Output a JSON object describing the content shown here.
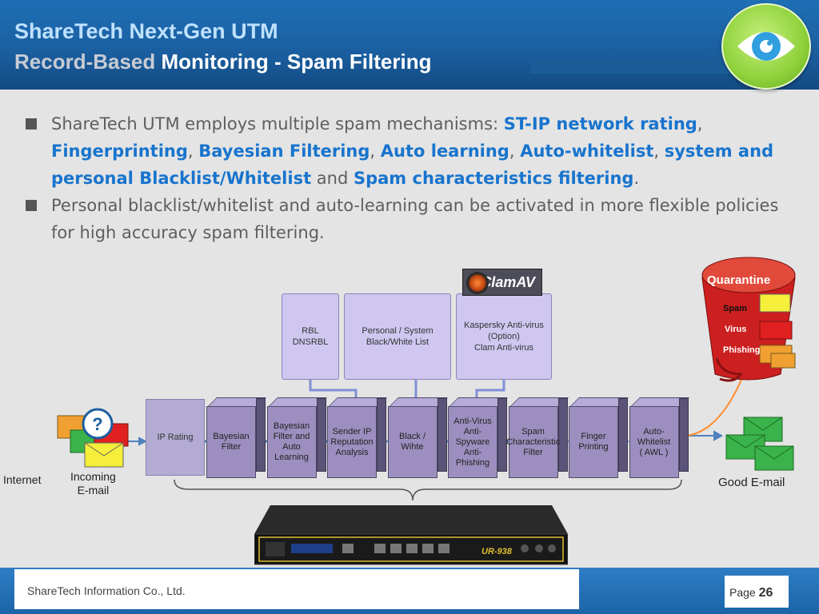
{
  "header": {
    "title_line1": "ShareTech Next-Gen UTM",
    "title_line2_part1": "Record-Based",
    "title_line2_part2": " Monitoring - Spam Filtering"
  },
  "bullets": [
    {
      "segments": [
        {
          "text": "ShareTech UTM employs multiple spam mechanisms: ",
          "hl": false
        },
        {
          "text": "ST-IP network rating",
          "hl": true
        },
        {
          "text": ", ",
          "hl": false
        },
        {
          "text": "Fingerprinting",
          "hl": true
        },
        {
          "text": ", ",
          "hl": false
        },
        {
          "text": "Bayesian Filtering",
          "hl": true
        },
        {
          "text": ", ",
          "hl": false
        },
        {
          "text": "Auto learning",
          "hl": true
        },
        {
          "text": ", ",
          "hl": false
        },
        {
          "text": "Auto-whitelist",
          "hl": true
        },
        {
          "text": ", ",
          "hl": false
        },
        {
          "text": "system and personal Blacklist/Whitelist",
          "hl": true
        },
        {
          "text": " and ",
          "hl": false
        },
        {
          "text": "Spam characteristics filtering",
          "hl": true
        },
        {
          "text": ".",
          "hl": false
        }
      ]
    },
    {
      "segments": [
        {
          "text": "Personal blacklist/whitelist and auto-learning can be activated in more flexible policies for high accuracy spam filtering.",
          "hl": false
        }
      ]
    }
  ],
  "diagram": {
    "top_boxes": {
      "rbl": "RBL\nDNSRBL",
      "bw": "Personal / System\nBlack/White List",
      "av": "Kaspersky Anti-virus\n(Option)\nClam Anti-virus"
    },
    "clamav_label": "ClamAV",
    "ip_rating": "IP Rating",
    "stages": [
      "Bayesian\nFilter",
      "Bayesian\nFilter and\nAuto\nLearning",
      "Sender IP\nReputation\nAnalysis",
      "Black /\nWihte",
      "Anti-Virus\nAnti-Spyware\nAnti-Phishing",
      "Spam\nCharacteristic\nFilter",
      "Finger\nPrinting",
      "Auto-Whitelist\n( AWL )"
    ],
    "internet_label": "Internet",
    "incoming_label": "Incoming\nE-mail",
    "good_label": "Good E-mail",
    "quarantine": {
      "title": "Quarantine",
      "spam": "Spam",
      "virus": "Virus",
      "phishing": "Phishing"
    },
    "device_model": "UR-938",
    "colors": {
      "header_blue": "#1a5e9f",
      "highlight_blue": "#1874cd",
      "stage_purple": "#9c8fbf",
      "quarantine_red": "#cc1f1f",
      "arrow_blue": "#4f81bd"
    }
  },
  "footer": {
    "company": "ShareTech Information Co., Ltd.",
    "page_label": "Page",
    "page_number": "26"
  }
}
